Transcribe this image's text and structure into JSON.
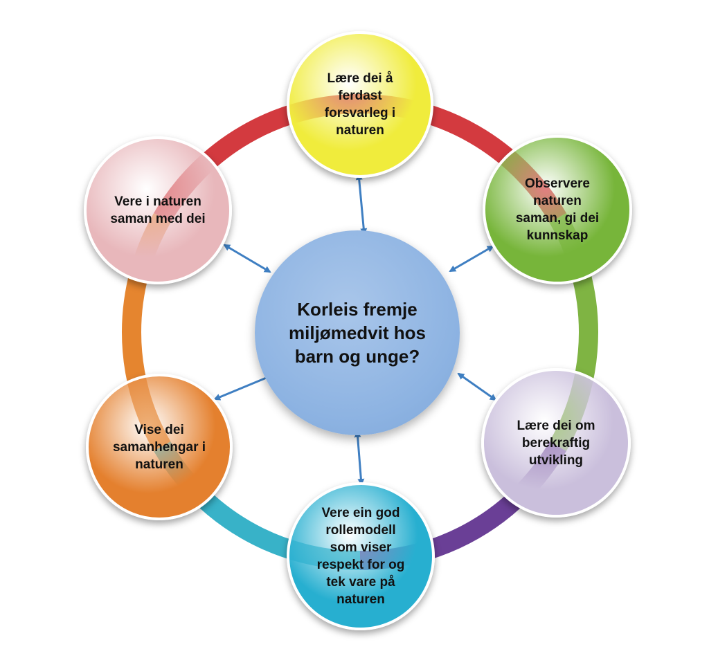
{
  "center": {
    "label": "Korleis fremje\nmiljømedvit hos\nbarn og unge?",
    "color": "#8db3e2"
  },
  "nodes": [
    {
      "id": "top",
      "label": "Lære dei å\nferdast\nforsvarleg i\nnaturen",
      "color": "#f0ec3c"
    },
    {
      "id": "top-right",
      "label": "Observere\nnaturen\nsaman, gi dei\nkunnskap",
      "color": "#77b53a"
    },
    {
      "id": "bottom-right",
      "label": "Lære dei om\nberekraftig\nutvikling",
      "color": "#cabfdc"
    },
    {
      "id": "bottom",
      "label": "Vere ein god\nrollemodell\nsom viser\nrespekt for og\ntek vare på\nnaturen",
      "color": "#27afd0"
    },
    {
      "id": "bottom-left",
      "label": "Vise dei\nsamanhengar i\nnaturen",
      "color": "#e4802e"
    },
    {
      "id": "top-left",
      "label": "Vere i naturen\nsaman med dei",
      "color": "#e8b7bb"
    }
  ],
  "ring_colors": [
    "#d33a3f",
    "#7fb443",
    "#6a3f96",
    "#38b2c8",
    "#e5852f"
  ],
  "arrow_color": "#3f7fc2"
}
